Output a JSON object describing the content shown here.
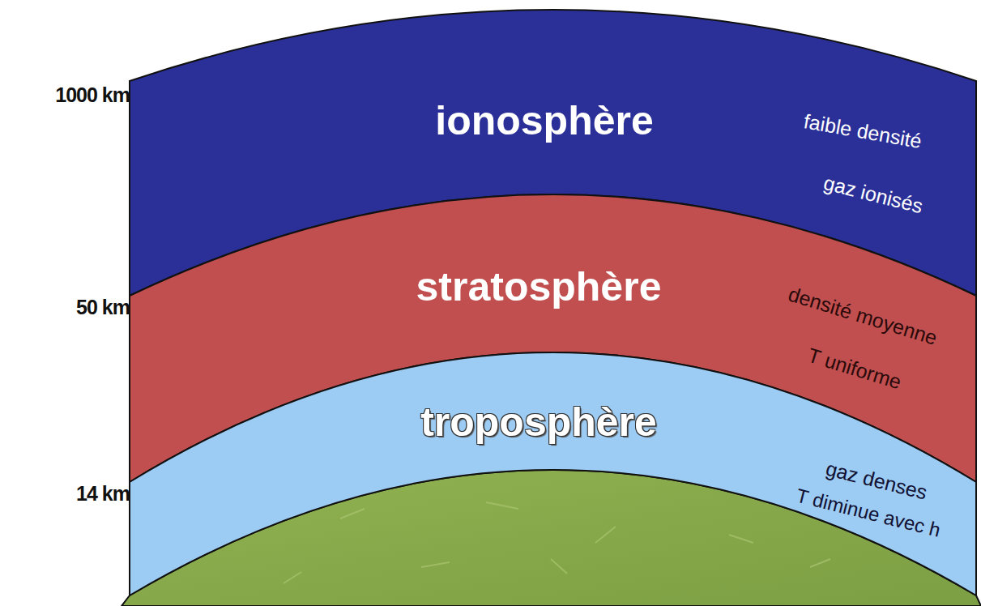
{
  "diagram": {
    "nodes": [
      {
        "text": [
          "ionosphère",
          "faible densité",
          "gaz ionisés"
        ]
      },
      {
        "text": [
          "stratosphère",
          "densité moyenne",
          "T uniforme"
        ]
      },
      {
        "text": [
          "troposphère",
          "gaz denses",
          "T diminue avec h"
        ]
      }
    ],
    "labels": [
      "1000 km",
      "50 km",
      "14 km"
    ]
  }
}
